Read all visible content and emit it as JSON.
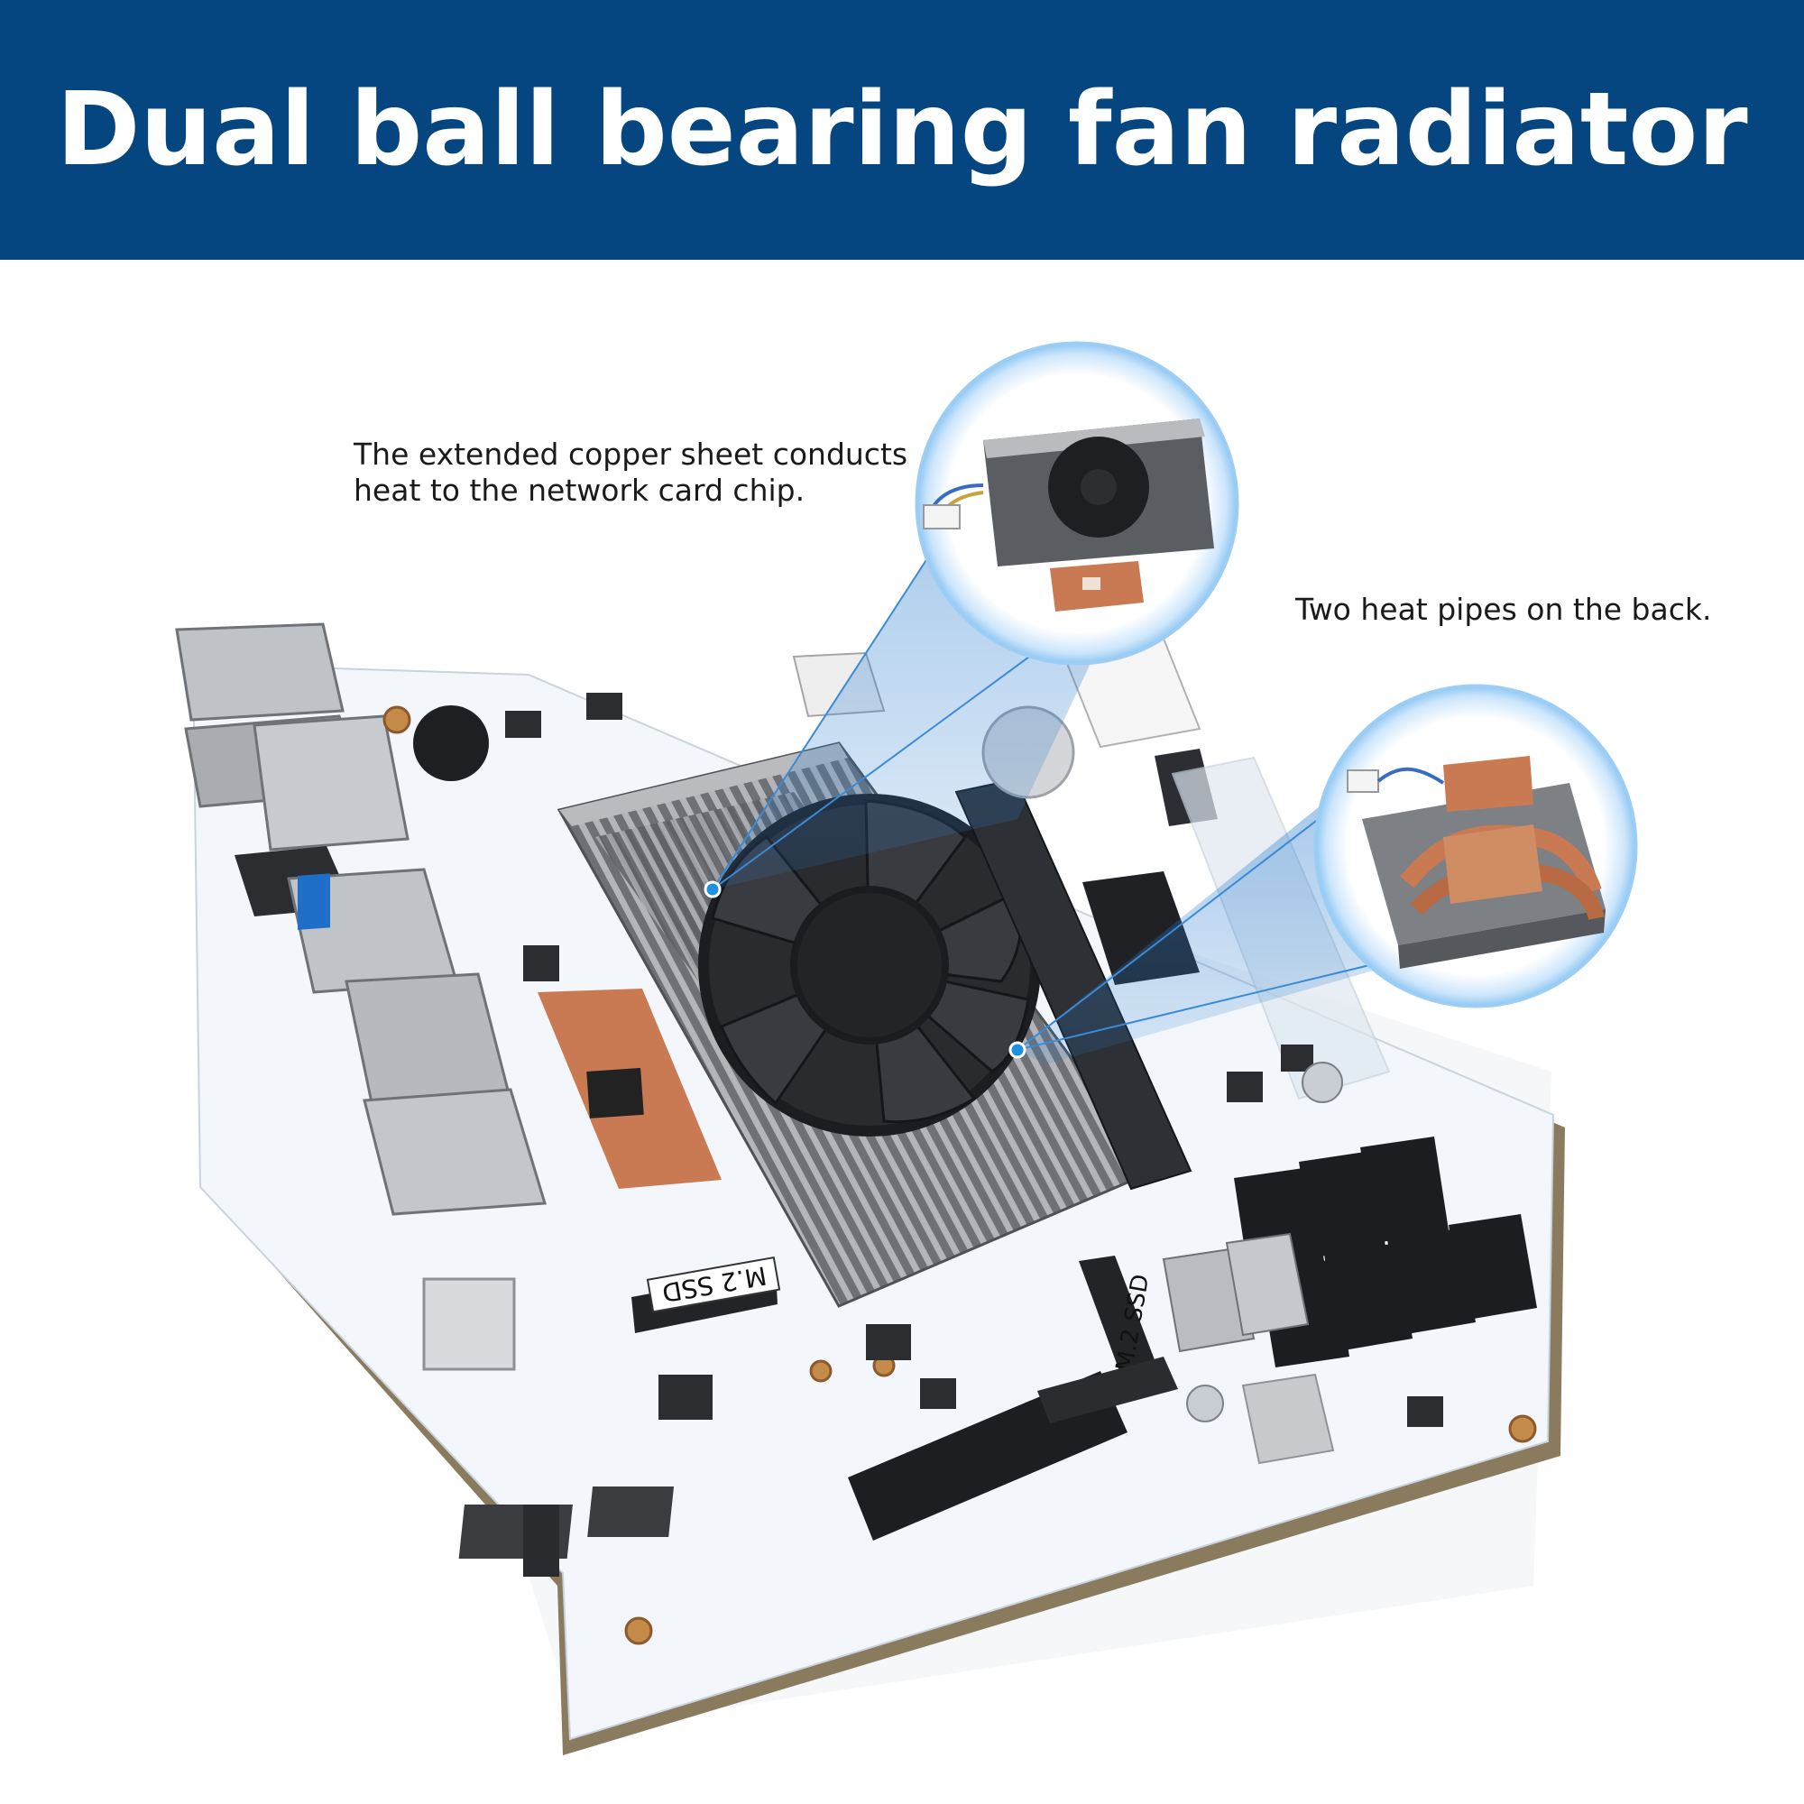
{
  "header": {
    "title": "Dual ball bearing fan radiator"
  },
  "callouts": {
    "copper_sheet": {
      "line1": "The extended copper sheet conducts",
      "line2": "heat to the network card chip."
    },
    "heat_pipes": {
      "text": "Two heat pipes on the back."
    }
  },
  "board_labels": {
    "m2_ssd_left": "M.2 SSD",
    "m2_ssd_right": "M.2 SSD"
  },
  "colors": {
    "banner": "#054681",
    "accent_blue": "#1f8fe0",
    "copper": "#c97a52",
    "pcb": "#f3f7fb",
    "pcb_edge": "#8a7a5e",
    "heatsink": "#7f8288"
  }
}
